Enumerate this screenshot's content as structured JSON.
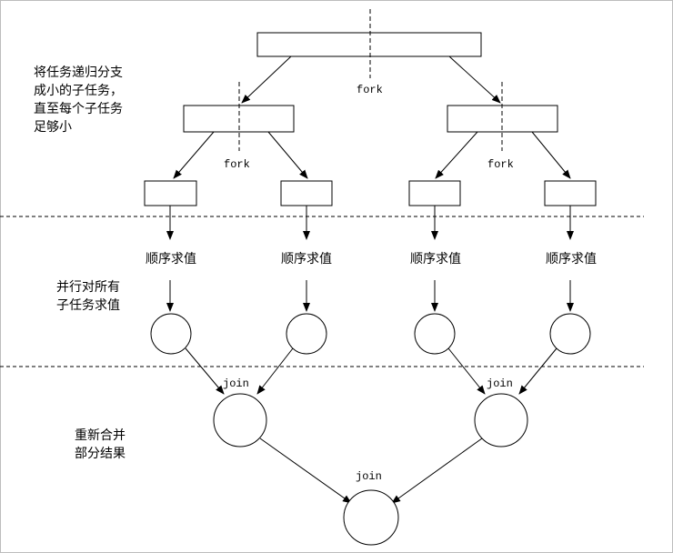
{
  "annotations": {
    "split_line1": "将任务递归分支",
    "split_line2": "成小的子任务，",
    "split_line3": "直至每个子任务",
    "split_line4": "足够小",
    "parallel_line1": "并行对所有",
    "parallel_line2": "子任务求值",
    "merge_line1": "重新合并",
    "merge_line2": "部分结果"
  },
  "labels": {
    "fork": "fork",
    "join": "join",
    "sequential_eval": "顺序求值"
  }
}
